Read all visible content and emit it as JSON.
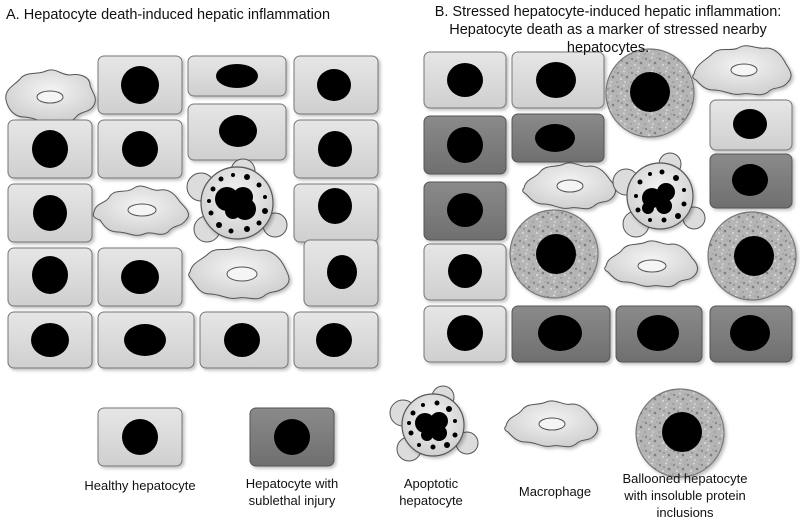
{
  "panel_a": {
    "title": "A. Hepatocyte  death-induced  hepatic inflammation"
  },
  "panel_b": {
    "title": "B. Stressed hepatocyte-induced hepatic inflammation:\nHepatocyte death as a marker of stressed nearby\nhepatocytes."
  },
  "legend": {
    "healthy": "Healthy hepatocyte",
    "sublethal": "Hepatocyte with\nsublethal injury",
    "apoptotic": "Apoptotic\nhepatocyte",
    "macrophage": "Macrophage",
    "ballooned": "Ballooned  hepatocyte\nwith insoluble protein\ninclusions"
  },
  "colors": {
    "healthy_fill": "#d9d9d9",
    "sublethal_fill": "#7f7f7f",
    "nucleus": "#000000",
    "macrophage_fill": "#dcdcdc",
    "ballooned_fill": "#bcbcbc",
    "outline": "#595959"
  }
}
